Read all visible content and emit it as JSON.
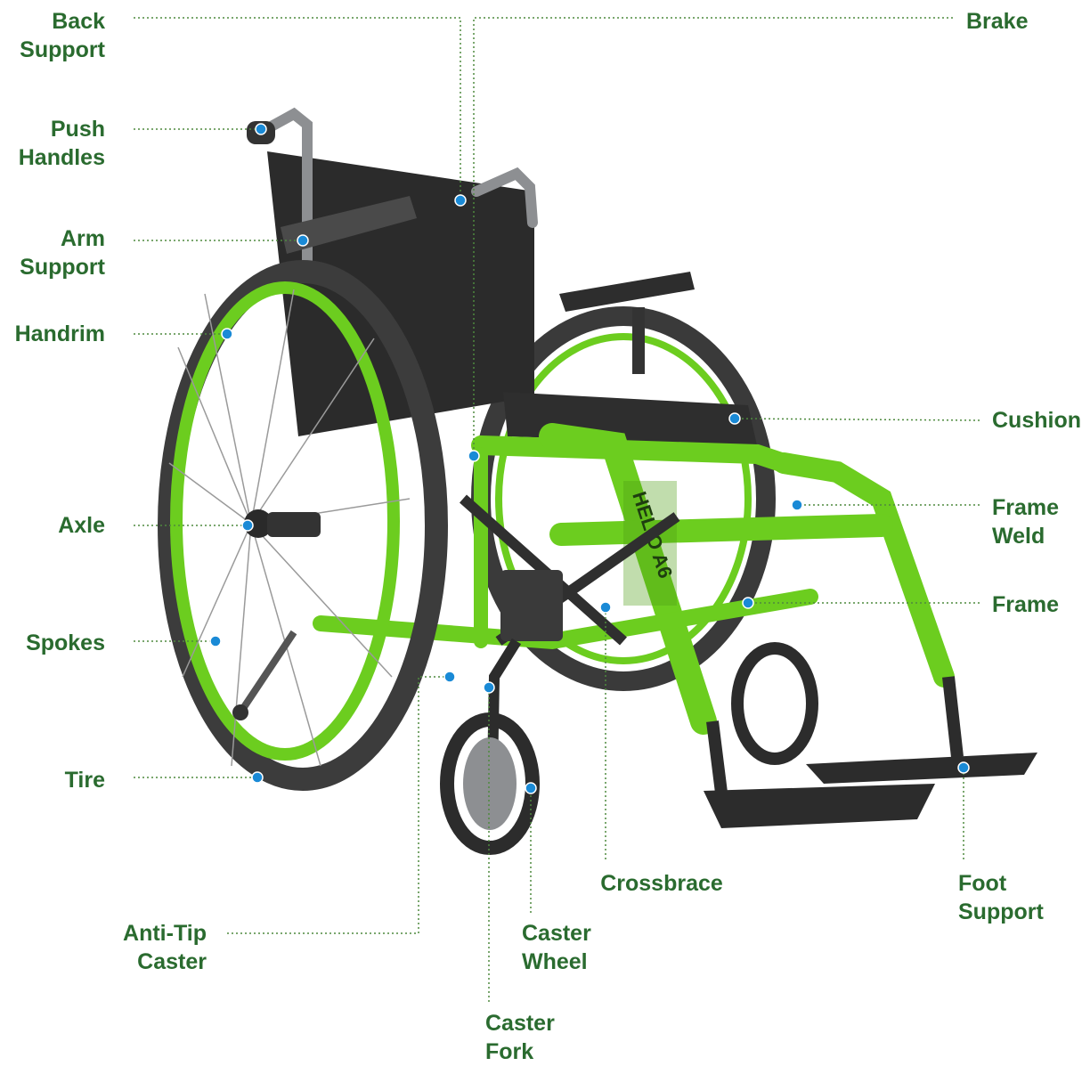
{
  "colors": {
    "label_text": "#2a6b2f",
    "leader_line": "#4e8a3e",
    "marker_dot": "#1a8ad6",
    "frame_green": "#6ccd1f",
    "frame_green_dark": "#4e9e14",
    "upholstery": "#2b2b2b",
    "tire": "#3a3a3a",
    "metal": "#8d8f92"
  },
  "image": {
    "subject": "wheelchair-photo",
    "frame_wordmark": "HELIO A6"
  },
  "labels": {
    "back_support": "Back\nSupport",
    "brake": "Brake",
    "push_handles": "Push\nHandles",
    "arm_support": "Arm\nSupport",
    "handrim": "Handrim",
    "cushion": "Cushion",
    "axle": "Axle",
    "frame_weld": "Frame\nWeld",
    "frame": "Frame",
    "spokes": "Spokes",
    "tire": "Tire",
    "crossbrace": "Crossbrace",
    "foot_support": "Foot\nSupport",
    "anti_tip_caster": "Anti-Tip\nCaster",
    "caster_wheel": "Caster\nWheel",
    "caster_fork": "Caster\nFork"
  }
}
